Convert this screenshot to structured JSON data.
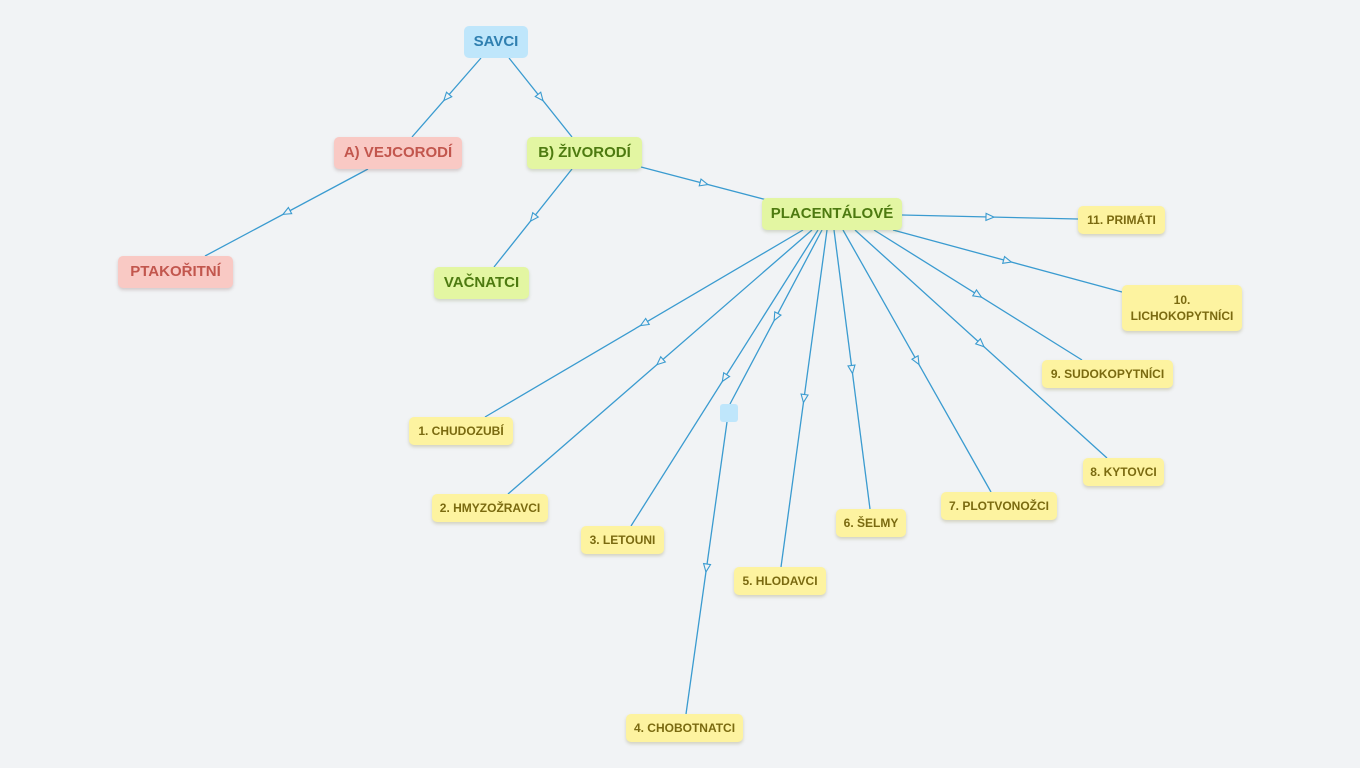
{
  "nodes": {
    "savci": "SAVCI",
    "vejcorodi": "A) VEJCORODÍ",
    "zivorodi": "B) ŽIVORODÍ",
    "ptakoritni": "PTAKOŘITNÍ",
    "vacnatci": "VAČNATCI",
    "placentalove": "PLACENTÁLOVÉ",
    "primati": "11. PRIMÁTI",
    "lichokopytnici": "10.\nLICHOKOPYTNÍCI",
    "sudokopytnici": "9. SUDOKOPYTNÍCI",
    "kytovci": "8. KYTOVCI",
    "plotvonozci": "7. PLOTVONOŽCI",
    "selmy": "6. ŠELMY",
    "hlodavci": "5. HLODAVCI",
    "chobotnatci": "4. CHOBOTNATCI",
    "letouni": "3. LETOUNI",
    "hmyzozravci": "2. HMYZOŽRAVCI",
    "chudozubi": "1. CHUDOZUBÍ",
    "empty": ""
  },
  "colors": {
    "edge": "#3a9bd0",
    "background": "#f1f3f5",
    "root": "#bfe6fb",
    "red": "#f9c9c4",
    "green": "#e3f6a2",
    "yellow": "#fdf3a0"
  }
}
